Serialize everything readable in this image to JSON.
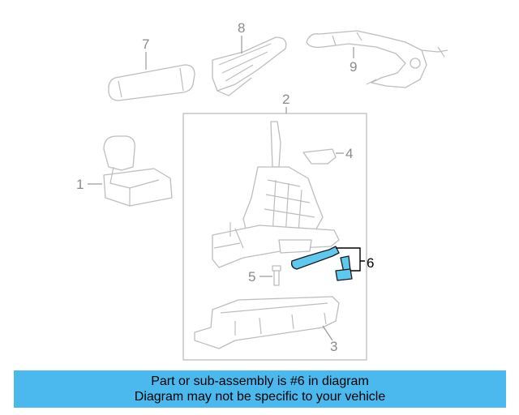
{
  "diagram": {
    "callouts": {
      "c1": "1",
      "c2": "2",
      "c3": "3",
      "c4": "4",
      "c5": "5",
      "c6": "6",
      "c7": "7",
      "c8": "8",
      "c9": "9"
    },
    "highlighted_part": "6",
    "highlight_color": "#5ec8ef"
  },
  "banner": {
    "line1": "Part or sub-assembly is #6 in diagram",
    "line2": "Diagram may not be specific to your vehicle",
    "background": "#4bb9ee"
  }
}
